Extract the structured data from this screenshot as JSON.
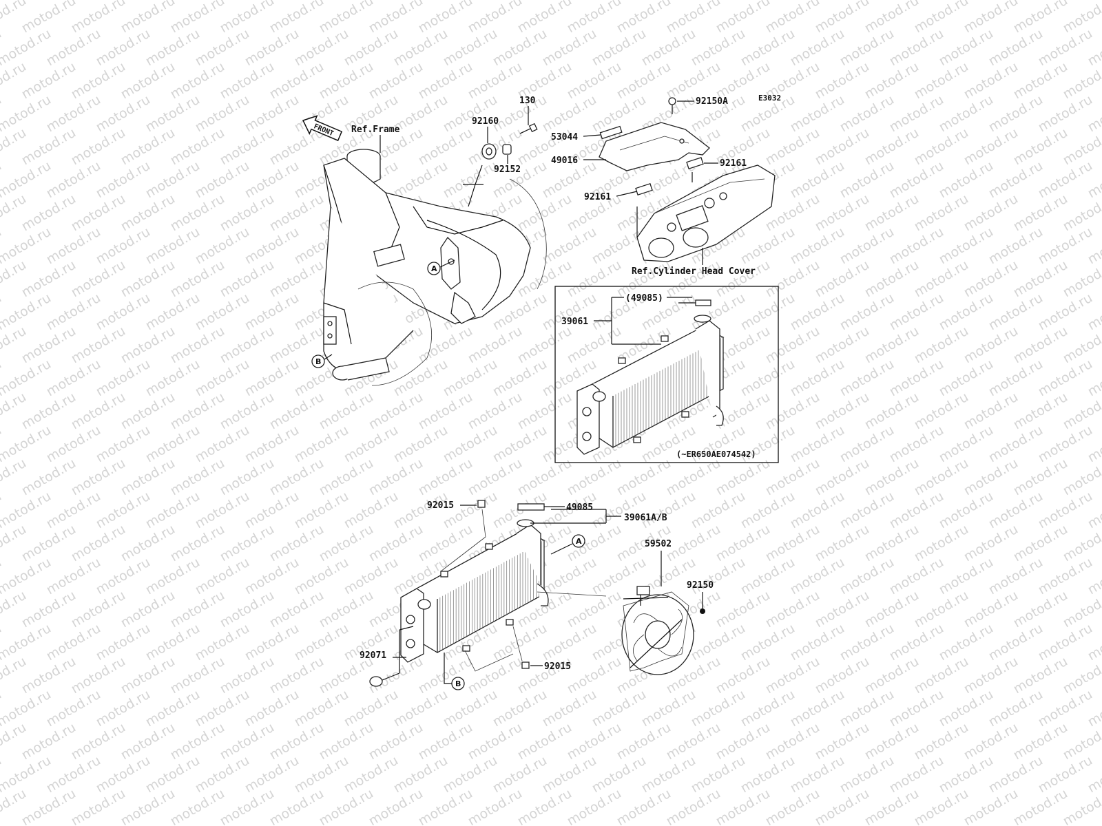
{
  "diagram_code": "E3032",
  "watermark_text": "motod.ru",
  "front_label": "FRONT",
  "ref_frame_label": "Ref.Frame",
  "ref_cylinder_label": "Ref.Cylinder Head Cover",
  "inset_serial_label": "(~ER650AE074542)",
  "callout_a": "A",
  "callout_b": "B",
  "part_labels": {
    "p130": "130",
    "p92160": "92160",
    "p92152": "92152",
    "p92150A": "92150A",
    "p53044": "53044",
    "p49016": "49016",
    "p92161_top": "92161",
    "p92161_bottom": "92161",
    "p49085_inset": "(49085)",
    "p39061_inset": "39061",
    "p92015_top": "92015",
    "p49085": "49085",
    "p39061AB": "39061A/B",
    "p59502": "59502",
    "p92150": "92150",
    "p92071": "92071",
    "p92015_bottom": "92015"
  }
}
